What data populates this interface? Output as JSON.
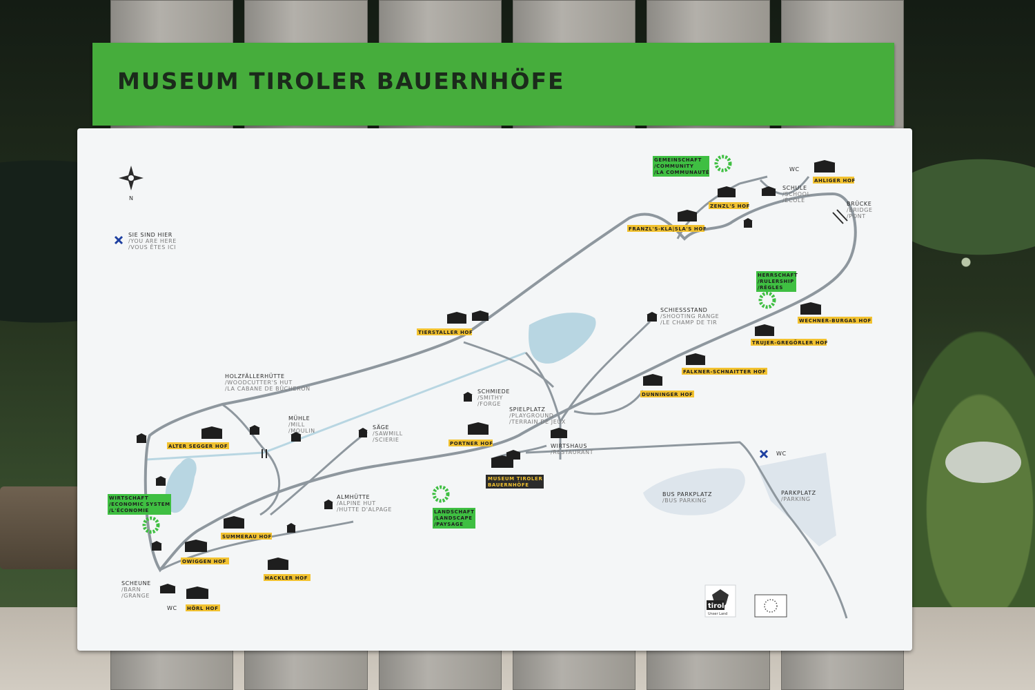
{
  "banner": {
    "title": "MUSEUM TIROLER BAUERNHÖFE"
  },
  "colors": {
    "banner": "#46ad3c",
    "highlight_yellow": "#f2c230",
    "highlight_green": "#3fbf42",
    "path": "#8e979e",
    "water": "#b8d6e2",
    "parking": "#dde5ec",
    "you_are_here": "#1d3fa0"
  },
  "compass": {
    "label": "N",
    "icon": "compass-rose-icon"
  },
  "legend": {
    "line1": "SIE SIND HIER",
    "line2": "/YOU ARE HERE",
    "line3": "/VOUS ÊTES ICI"
  },
  "farms": [
    "AHLIGER HOF",
    "ZENZL'S HOF",
    "FRANZL'S-KLA|SLA'S HOF",
    "TIERSTALLER HOF",
    "WECHNER-BURGAS HOF",
    "TRUJER-GREGÖRLER HOF",
    "FALKNER-SCHNAITTER HOF",
    "DUNNINGER HOF",
    "ALTER SEGGER HOF",
    "PORTNER HOF",
    "SUMMERAU HOF",
    "OWIGGEN HOF",
    "HACKLER HOF",
    "HÖRL HOF"
  ],
  "themes": {
    "community": [
      "GEMEINSCHAFT",
      "/COMMUNITY",
      "/LA COMMUNAUTÉ"
    ],
    "rulership": [
      "HERRSCHAFT",
      "/RULERSHIP",
      "/RÈGLES"
    ],
    "economy": [
      "WIRTSCHAFT",
      "/ECONOMIC SYSTEM",
      "/L'ÉCONOMIE"
    ],
    "landscape": [
      "LANDSCHAFT",
      "/LANDSCAPE",
      "/PAYSAGE"
    ]
  },
  "museum": [
    "MUSEUM TIROLER",
    "BAUERNHÖFE"
  ],
  "places": {
    "school": [
      "SCHULE",
      "/SCHOOL",
      "/ÉCOLE"
    ],
    "bridge": [
      "BRÜCKE",
      "/BRIDGE",
      "/PONT"
    ],
    "shooting": [
      "SCHIESSSTAND",
      "/SHOOTING RANGE",
      "/LE CHAMP DE TIR"
    ],
    "hut": [
      "HOLZFÄLLERHÜTTE",
      "/WOODCUTTER'S HUT",
      "/LA CABANE DE BÛCHERON"
    ],
    "smithy": [
      "SCHMIEDE",
      "/SMITHY",
      "/FORGE"
    ],
    "mill": [
      "MÜHLE",
      "/MILL",
      "/MOULIN"
    ],
    "saw": [
      "SÄGE",
      "/SAWMILL",
      "/SCIERIE"
    ],
    "playground": [
      "SPIELPLATZ",
      "/PLAYGROUND",
      "/TERRAIN DE JEUX"
    ],
    "restaurant": [
      "WIRTSHAUS",
      "/RESTAURANT"
    ],
    "alpine": [
      "ALMHÜTTE",
      "/ALPINE HUT",
      "/HUTTE D'ALPAGE"
    ],
    "barn": [
      "SCHEUNE",
      "/BARN",
      "/GRANGE"
    ],
    "bus": [
      "BUS PARKPLATZ",
      "/BUS PARKING"
    ],
    "parking": [
      "PARKPLATZ",
      "/PARKING"
    ],
    "wc": "WC"
  },
  "logos": {
    "tirol": "tirol",
    "tirol_sub": "Unser Land"
  }
}
